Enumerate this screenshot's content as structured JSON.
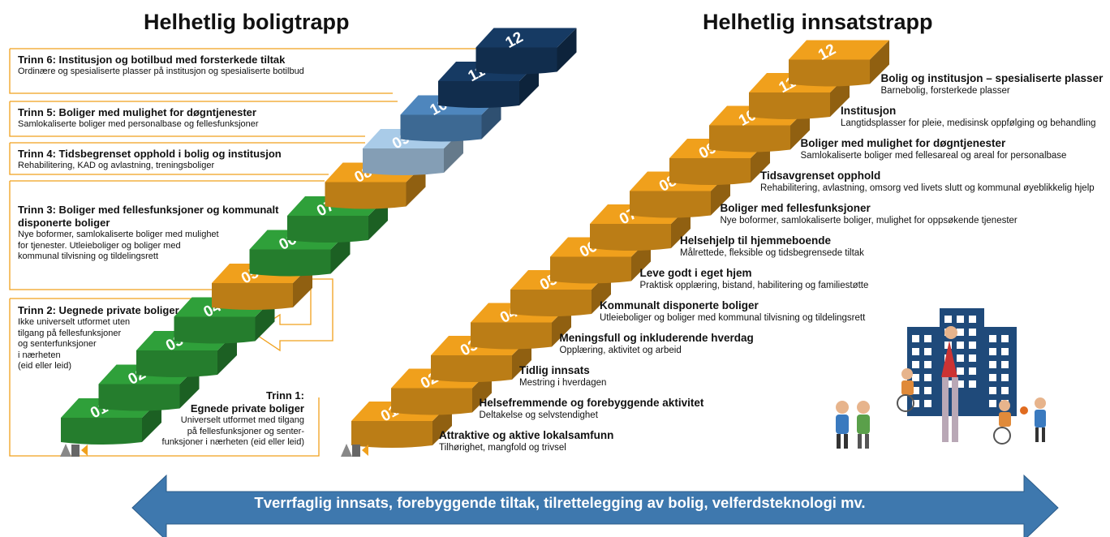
{
  "titles": {
    "left": "Helhetlig boligtrapp",
    "right": "Helhetlig innsatstrapp"
  },
  "colors": {
    "orange": "#f0a01c",
    "green": "#2fa03a",
    "light_blue": "#a9cbe8",
    "mid_blue": "#4e86bd",
    "dark_blue": "#163a63",
    "frame": "#f0a01c",
    "arrow": "#3e78ae"
  },
  "left_steps": [
    {
      "n": "01",
      "color": "green"
    },
    {
      "n": "02",
      "color": "green"
    },
    {
      "n": "03",
      "color": "green"
    },
    {
      "n": "04",
      "color": "green"
    },
    {
      "n": "05",
      "color": "orange"
    },
    {
      "n": "06",
      "color": "green"
    },
    {
      "n": "07",
      "color": "green"
    },
    {
      "n": "08",
      "color": "orange"
    },
    {
      "n": "09",
      "color": "light_blue"
    },
    {
      "n": "10",
      "color": "mid_blue"
    },
    {
      "n": "11",
      "color": "dark_blue"
    },
    {
      "n": "12",
      "color": "dark_blue"
    }
  ],
  "right_steps": [
    "01",
    "02",
    "03",
    "04",
    "05",
    "06",
    "07",
    "08",
    "09",
    "10",
    "11",
    "12"
  ],
  "left_boxes": {
    "t6": {
      "title": "Trinn 6: Institusjon og botilbud med forsterkede tiltak",
      "text": "Ordinære og spesialiserte plasser på institusjon og spesialiserte botilbud"
    },
    "t5": {
      "title": "Trinn 5: Boliger med mulighet for døgntjenester",
      "text": "Samlokaliserte boliger med personalbase og fellesfunksjoner"
    },
    "t4": {
      "title": "Trinn 4: Tidsbegrenset opphold i bolig og institusjon",
      "text": "Rehabilitering, KAD og avlastning, treningsboliger"
    },
    "t3": {
      "title1": "Trinn 3: Boliger med fellesfunksjoner og kommunalt",
      "title2": "disponerte boliger",
      "l1": "Nye boformer, samlokaliserte boliger med mulighet",
      "l2": "for tjenester. Utleieboliger og boliger med",
      "l3": "kommunal tilvisning og tildelingsrett"
    },
    "t2": {
      "title": "Trinn 2: Uegnede private boliger",
      "l1": "Ikke universelt utformet uten",
      "l2": "tilgang på fellesfunksjoner",
      "l3": "og senterfunksjoner",
      "l4": "i nærheten",
      "l5": "(eid eller leid)"
    },
    "t1": {
      "title1": "Trinn 1:",
      "title2": "Egnede private boliger",
      "l1": "Universelt utformet med tilgang",
      "l2": "på fellesfunksjoner og senter-",
      "l3": "funksjoner i nærheten (eid eller leid)"
    }
  },
  "right_labels": [
    {
      "title": "Attraktive og aktive lokalsamfunn",
      "text": "Tilhørighet, mangfold og trivsel"
    },
    {
      "title": "Helsefremmende og forebyggende aktivitet",
      "text": "Deltakelse og selvstendighet"
    },
    {
      "title": "Tidlig innsats",
      "text": "Mestring i hverdagen"
    },
    {
      "title": "Meningsfull og inkluderende hverdag",
      "text": "Opplæring, aktivitet og arbeid"
    },
    {
      "title": "Kommunalt disponerte boliger",
      "text": "Utleieboliger og boliger med kommunal tilvisning og tildelingsrett"
    },
    {
      "title": "Leve godt i eget hjem",
      "text": "Praktisk opplæring, bistand, habilitering og familiestøtte"
    },
    {
      "title": "Helsehjelp til hjemmeboende",
      "text": "Målrettede, fleksible og tidsbegrensede tiltak"
    },
    {
      "title": "Boliger med fellesfunksjoner",
      "text": "Nye boformer, samlokaliserte boliger, mulighet for oppsøkende tjenester"
    },
    {
      "title": "Tidsavgrenset opphold",
      "text": "Rehabilitering, avlastning, omsorg ved livets slutt og kommunal øyeblikkelig hjelp"
    },
    {
      "title": "Boliger med mulighet for døgntjenester",
      "text": "Samlokaliserte boliger med fellesareal og areal for personalbase"
    },
    {
      "title": "Institusjon",
      "text": "Langtidsplasser for pleie, medisinsk oppfølging og behandling"
    },
    {
      "title": "Bolig og institusjon – spesialiserte plasser",
      "text": "Barnebolig, forsterkede plasser"
    }
  ],
  "arrow_text": "Tverrfaglig innsats, forebyggende tiltak, tilrettelegging av bolig,  velferdsteknologi mv.",
  "icons": {
    "logo": "ks-logo",
    "illustration": "building-and-people-illustration"
  }
}
